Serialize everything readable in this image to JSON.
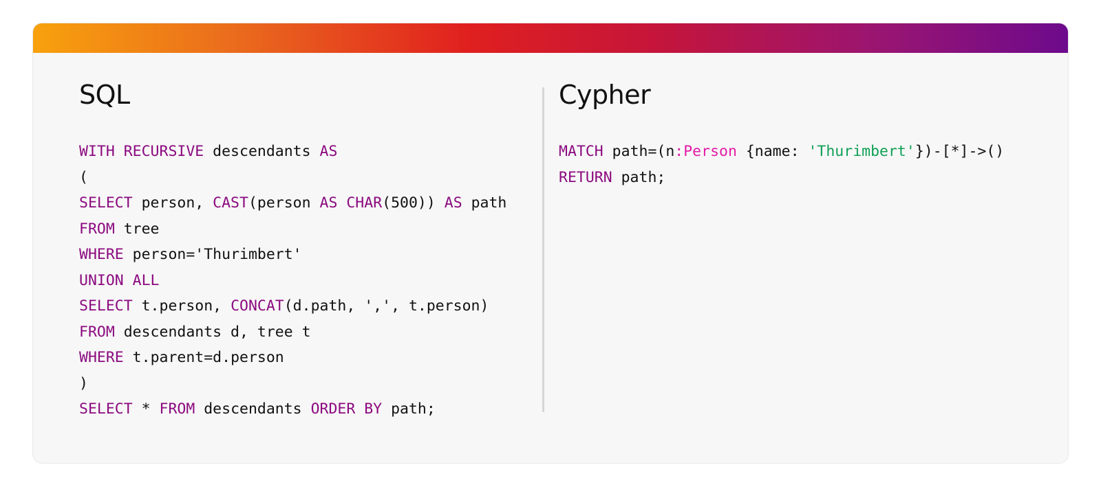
{
  "sql": {
    "title": "SQL",
    "lines": [
      [
        {
          "t": "WITH RECURSIVE",
          "c": "kw"
        },
        {
          "t": " descendants ",
          "c": "txt"
        },
        {
          "t": "AS",
          "c": "kw"
        }
      ],
      [
        {
          "t": "(",
          "c": "txt"
        }
      ],
      [
        {
          "t": "SELECT",
          "c": "kw"
        },
        {
          "t": " person, ",
          "c": "txt"
        },
        {
          "t": "CAST",
          "c": "kw"
        },
        {
          "t": "(person ",
          "c": "txt"
        },
        {
          "t": "AS",
          "c": "kw"
        },
        {
          "t": " ",
          "c": "txt"
        },
        {
          "t": "CHAR",
          "c": "kw"
        },
        {
          "t": "(500)) ",
          "c": "txt"
        },
        {
          "t": "AS",
          "c": "kw"
        },
        {
          "t": " path",
          "c": "txt"
        }
      ],
      [
        {
          "t": "FROM",
          "c": "kw"
        },
        {
          "t": " tree",
          "c": "txt"
        }
      ],
      [
        {
          "t": "WHERE",
          "c": "kw"
        },
        {
          "t": " person='Thurimbert'",
          "c": "txt"
        }
      ],
      [
        {
          "t": "UNION ALL",
          "c": "kw"
        }
      ],
      [
        {
          "t": "SELECT",
          "c": "kw"
        },
        {
          "t": " t.person, ",
          "c": "txt"
        },
        {
          "t": "CONCAT",
          "c": "kw"
        },
        {
          "t": "(d.path, ',', t.person)",
          "c": "txt"
        }
      ],
      [
        {
          "t": "FROM",
          "c": "kw"
        },
        {
          "t": " descendants d, tree t",
          "c": "txt"
        }
      ],
      [
        {
          "t": "WHERE",
          "c": "kw"
        },
        {
          "t": " t.parent=d.person",
          "c": "txt"
        }
      ],
      [
        {
          "t": ")",
          "c": "txt"
        }
      ],
      [
        {
          "t": "SELECT",
          "c": "kw"
        },
        {
          "t": " * ",
          "c": "txt"
        },
        {
          "t": "FROM",
          "c": "kw"
        },
        {
          "t": " descendants ",
          "c": "txt"
        },
        {
          "t": "ORDER BY",
          "c": "kw"
        },
        {
          "t": " path;",
          "c": "txt"
        }
      ]
    ]
  },
  "cypher": {
    "title": "Cypher",
    "lines": [
      [
        {
          "t": "MATCH",
          "c": "kw"
        },
        {
          "t": " path=(n",
          "c": "txt"
        },
        {
          "t": ":Person",
          "c": "lbl"
        },
        {
          "t": " {name: ",
          "c": "txt"
        },
        {
          "t": "'Thurimbert'",
          "c": "str"
        },
        {
          "t": "})-[*]->()",
          "c": "txt"
        }
      ],
      [
        {
          "t": "RETURN",
          "c": "kw"
        },
        {
          "t": " path;",
          "c": "txt"
        }
      ]
    ]
  },
  "colors": {
    "keyword": "#8b0a7f",
    "label": "#e31aa6",
    "string": "#0fa055",
    "text": "#111111",
    "gradient": [
      "#f8a10d",
      "#e0201f",
      "#991572",
      "#6d0a8c"
    ]
  }
}
